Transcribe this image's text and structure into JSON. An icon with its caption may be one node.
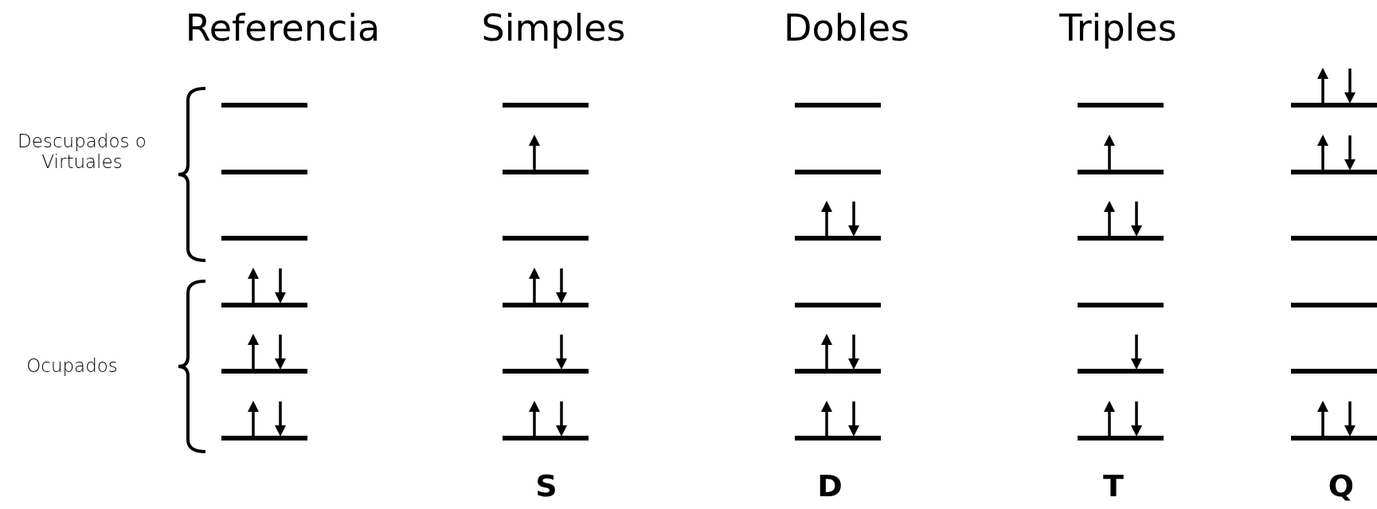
{
  "diagram": {
    "labels": [
      "Referencia",
      "Simples",
      "Dobles",
      "Triples",
      "Descupados o Virtuales",
      "Ocupados",
      "S",
      "D",
      "T",
      "Q"
    ]
  }
}
